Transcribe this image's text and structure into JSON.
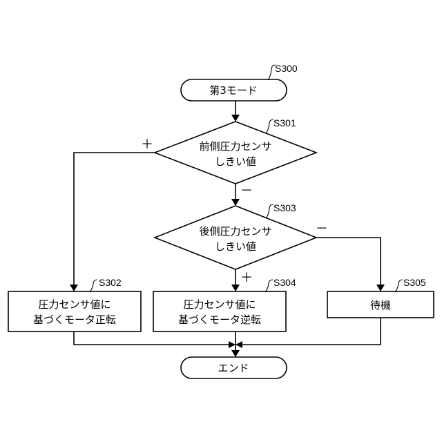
{
  "nodes": {
    "start": {
      "label": "第3モード",
      "step": "S300"
    },
    "dec1": {
      "line1": "前側圧力センサ",
      "line2": "しきい値",
      "step": "S301"
    },
    "proc_fwd": {
      "line1": "圧力センサ値に",
      "line2": "基づくモータ正転",
      "step": "S302"
    },
    "dec2": {
      "line1": "後側圧力センサ",
      "line2": "しきい値",
      "step": "S303"
    },
    "proc_rev": {
      "line1": "圧力センサ値に",
      "line2": "基づくモータ逆転",
      "step": "S304"
    },
    "proc_wait": {
      "label": "待機",
      "step": "S305"
    },
    "end": {
      "label": "エンド"
    }
  },
  "branches": {
    "dec1_plus": "＋",
    "dec1_minus": "－",
    "dec2_plus": "＋",
    "dec2_minus": "－"
  }
}
